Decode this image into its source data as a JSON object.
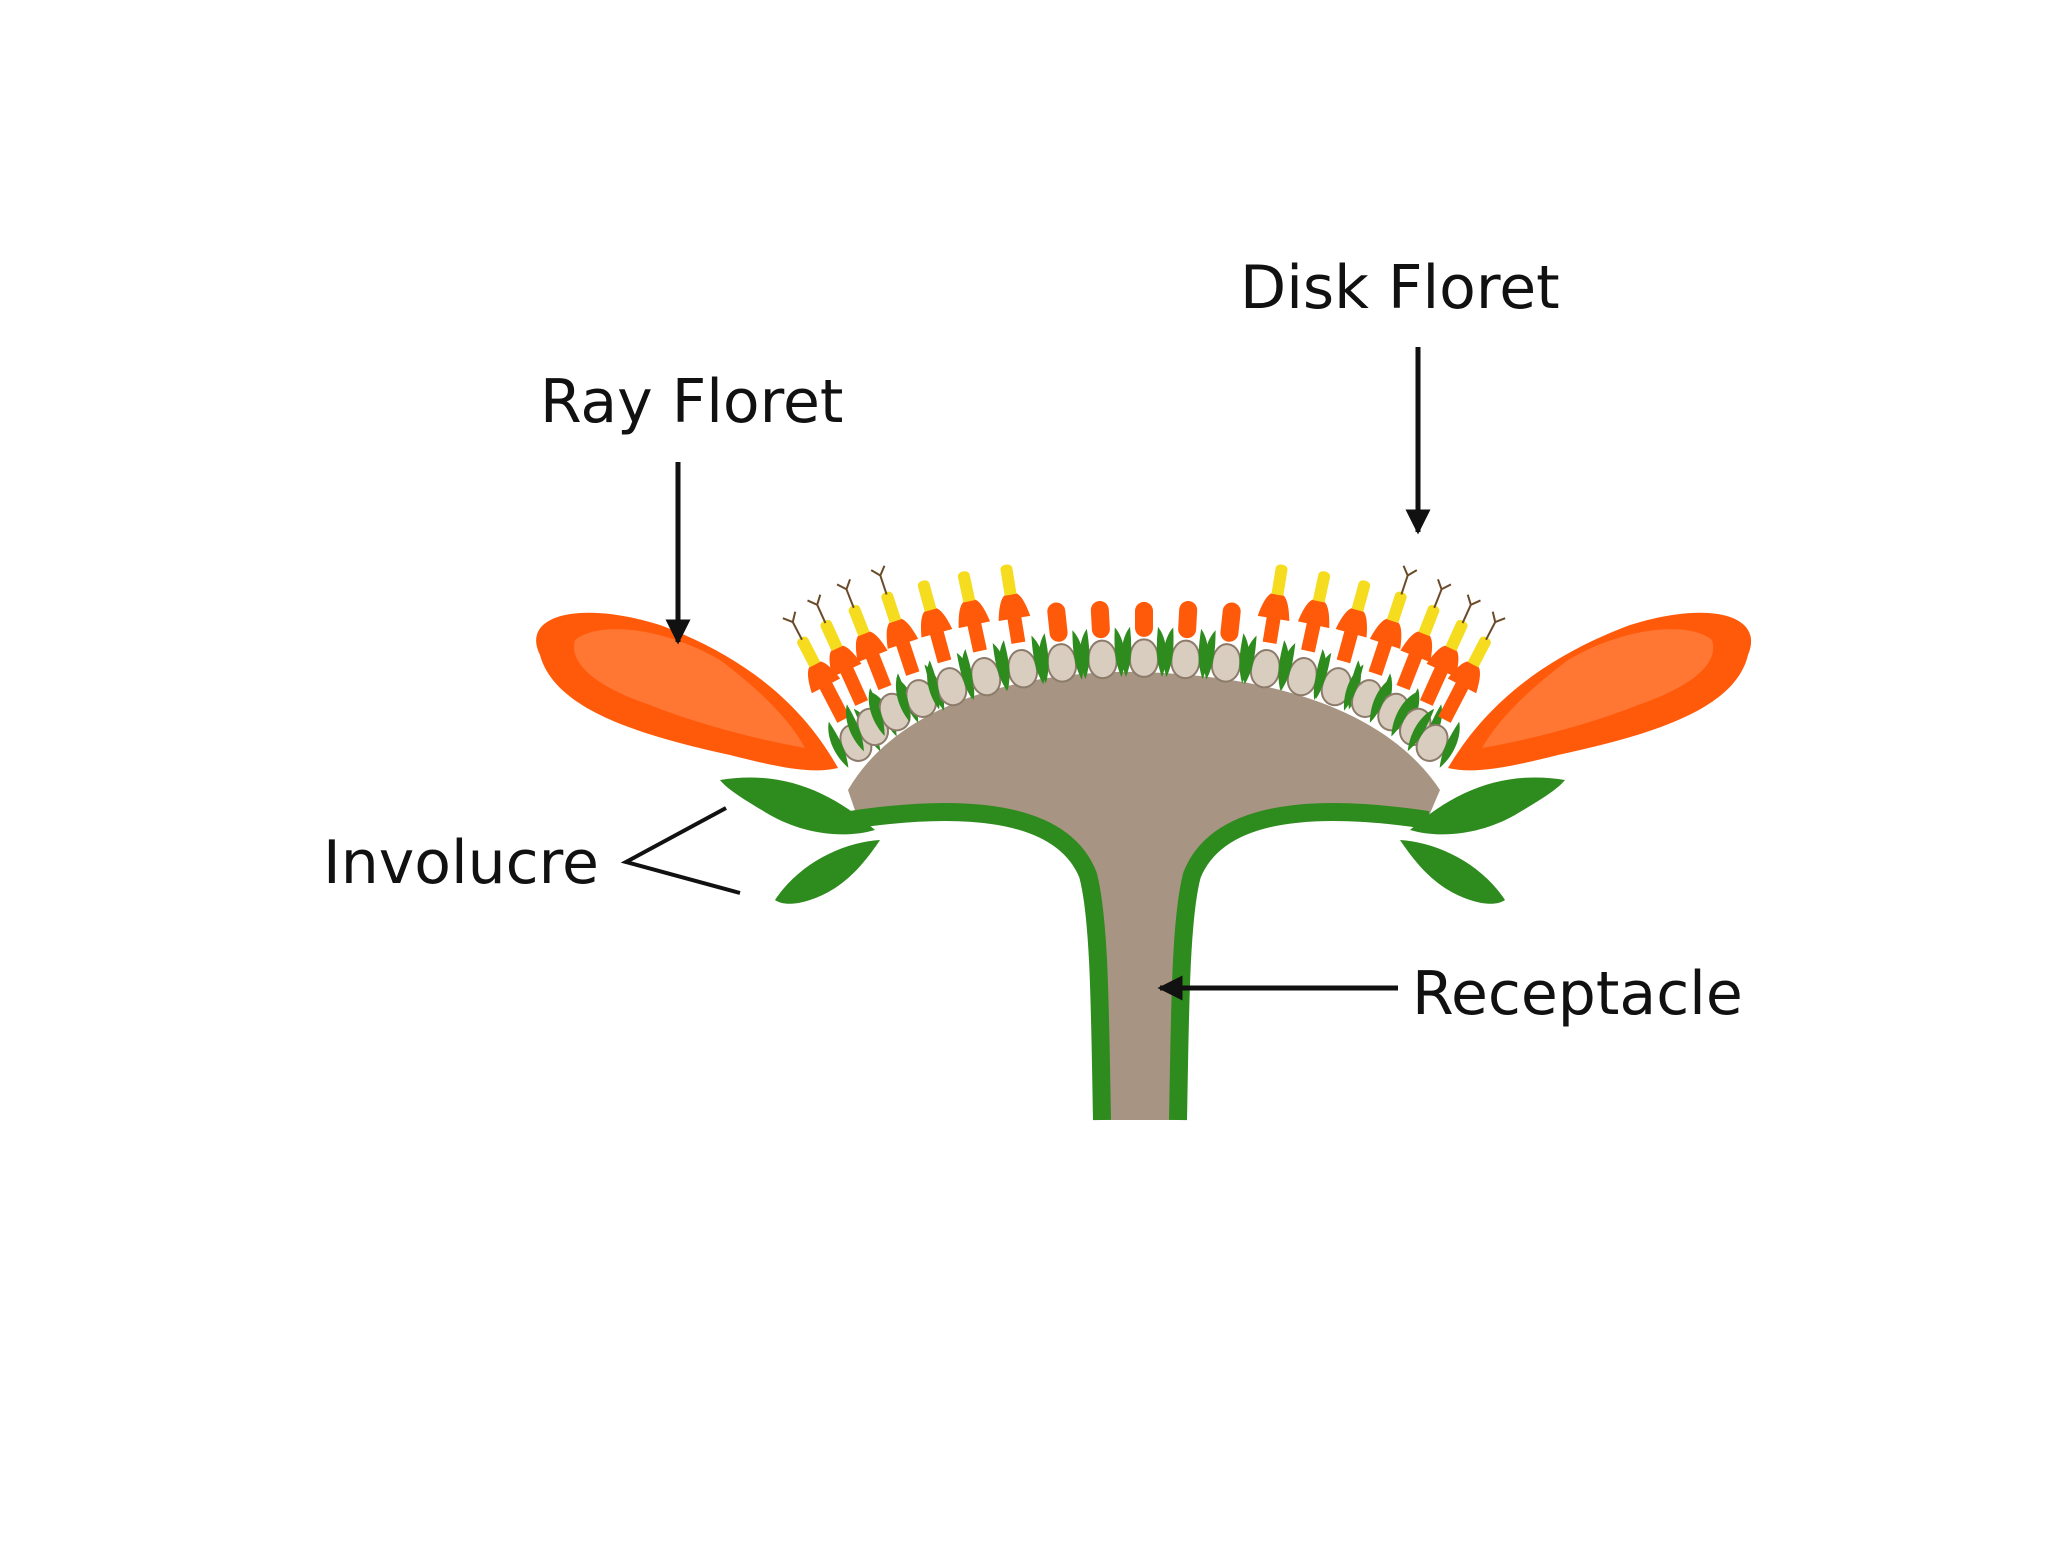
{
  "labels": {
    "ray_floret": "Ray Floret",
    "disk_floret": "Disk Floret",
    "involucre": "Involucre",
    "receptacle": "Receptacle"
  },
  "colors": {
    "background": "#ffffff",
    "receptacle": "#a89482",
    "green": "#2e8b1e",
    "orange": "#ff5a0a",
    "yellow": "#f5dc1e",
    "arrow": "#111111"
  }
}
